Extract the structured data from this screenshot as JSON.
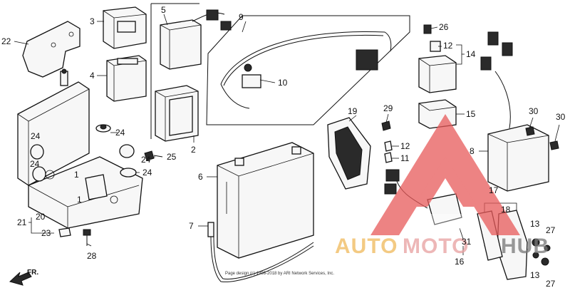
{
  "labels": {
    "front_arrow": "FR.",
    "copyright": "Page design (c) 1998-2018 by ARI Network Services, Inc."
  },
  "watermark": {
    "part1": "AUTO",
    "part2": "MOTO",
    "part3": "HUB"
  },
  "callouts": [
    {
      "id": "22",
      "label": "22"
    },
    {
      "id": "3",
      "label": "3"
    },
    {
      "id": "4",
      "label": "4"
    },
    {
      "id": "5",
      "label": "5"
    },
    {
      "id": "2",
      "label": "2"
    },
    {
      "id": "9",
      "label": "9"
    },
    {
      "id": "10",
      "label": "10"
    },
    {
      "id": "26",
      "label": "26"
    },
    {
      "id": "12a",
      "label": "12"
    },
    {
      "id": "14",
      "label": "14"
    },
    {
      "id": "15",
      "label": "15"
    },
    {
      "id": "19",
      "label": "19"
    },
    {
      "id": "29",
      "label": "29"
    },
    {
      "id": "30a",
      "label": "30"
    },
    {
      "id": "30b",
      "label": "30"
    },
    {
      "id": "8",
      "label": "8"
    },
    {
      "id": "12b",
      "label": "12"
    },
    {
      "id": "11",
      "label": "11"
    },
    {
      "id": "24a",
      "label": "24"
    },
    {
      "id": "24b",
      "label": "24"
    },
    {
      "id": "24c",
      "label": "24"
    },
    {
      "id": "24d",
      "label": "24"
    },
    {
      "id": "24e",
      "label": "24"
    },
    {
      "id": "25",
      "label": "25"
    },
    {
      "id": "6",
      "label": "6"
    },
    {
      "id": "1a",
      "label": "1"
    },
    {
      "id": "1b",
      "label": "1"
    },
    {
      "id": "21",
      "label": "21"
    },
    {
      "id": "20",
      "label": "20"
    },
    {
      "id": "23",
      "label": "23"
    },
    {
      "id": "7",
      "label": "7"
    },
    {
      "id": "28",
      "label": "28"
    },
    {
      "id": "17",
      "label": "17"
    },
    {
      "id": "18",
      "label": "18"
    },
    {
      "id": "31",
      "label": "31"
    },
    {
      "id": "16",
      "label": "16"
    },
    {
      "id": "13a",
      "label": "13"
    },
    {
      "id": "13b",
      "label": "13"
    },
    {
      "id": "27a",
      "label": "27"
    },
    {
      "id": "27b",
      "label": "27"
    }
  ]
}
